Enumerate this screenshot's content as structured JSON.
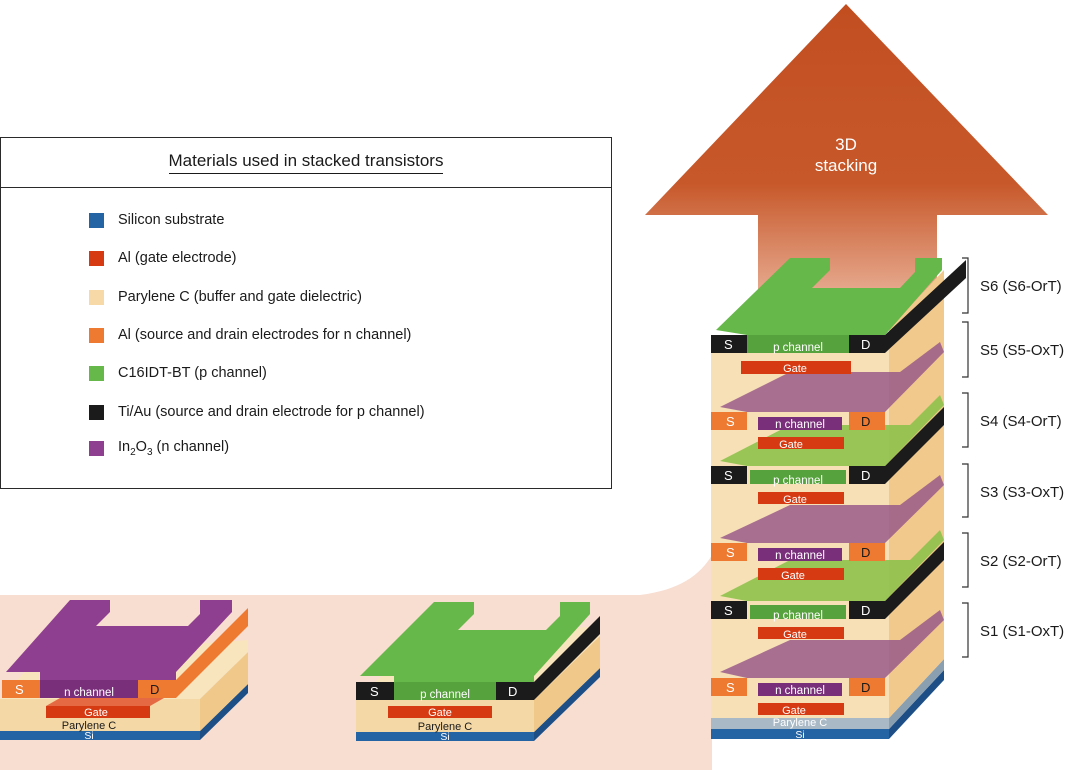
{
  "colors": {
    "silicon": "#2463a4",
    "al_gate": "#d63a12",
    "parylene": "#f6d9a6",
    "al_sd": "#ee7a32",
    "c16idt": "#66b84a",
    "tiau": "#1b1b1b",
    "in2o3": "#8e3f8f",
    "arrow": "#c24e20",
    "flow": "#f8ddd1"
  },
  "legend": {
    "title": "Materials used in stacked transistors",
    "items": [
      {
        "key": "silicon",
        "label": "Silicon substrate"
      },
      {
        "key": "al_gate",
        "label": "Al (gate electrode)"
      },
      {
        "key": "parylene",
        "label": "Parylene C (buffer and gate dielectric)"
      },
      {
        "key": "al_sd",
        "label": "Al (source and drain electrodes for n channel)"
      },
      {
        "key": "c16idt",
        "label": "C16IDT-BT (p channel)"
      },
      {
        "key": "tiau",
        "label": "Ti/Au (source and drain electrode for p channel)"
      },
      {
        "key": "in2o3",
        "label_main": "In",
        "sub1": "2",
        "mid": "O",
        "sub2": "3",
        "label_rest": " (n channel)"
      }
    ]
  },
  "arrow": {
    "line1": "3D",
    "line2": "stacking"
  },
  "device_labels": {
    "source": "S",
    "drain": "D",
    "gate": "Gate",
    "n_channel": "n channel",
    "p_channel": "p channel",
    "parylene": "Parylene C",
    "si": "Si"
  },
  "stack_labels": [
    "S6 (S6-OrT)",
    "S5 (S5-OxT)",
    "S4 (S4-OrT)",
    "S3 (S3-OxT)",
    "S2 (S2-OrT)",
    "S1 (S1-OxT)"
  ]
}
